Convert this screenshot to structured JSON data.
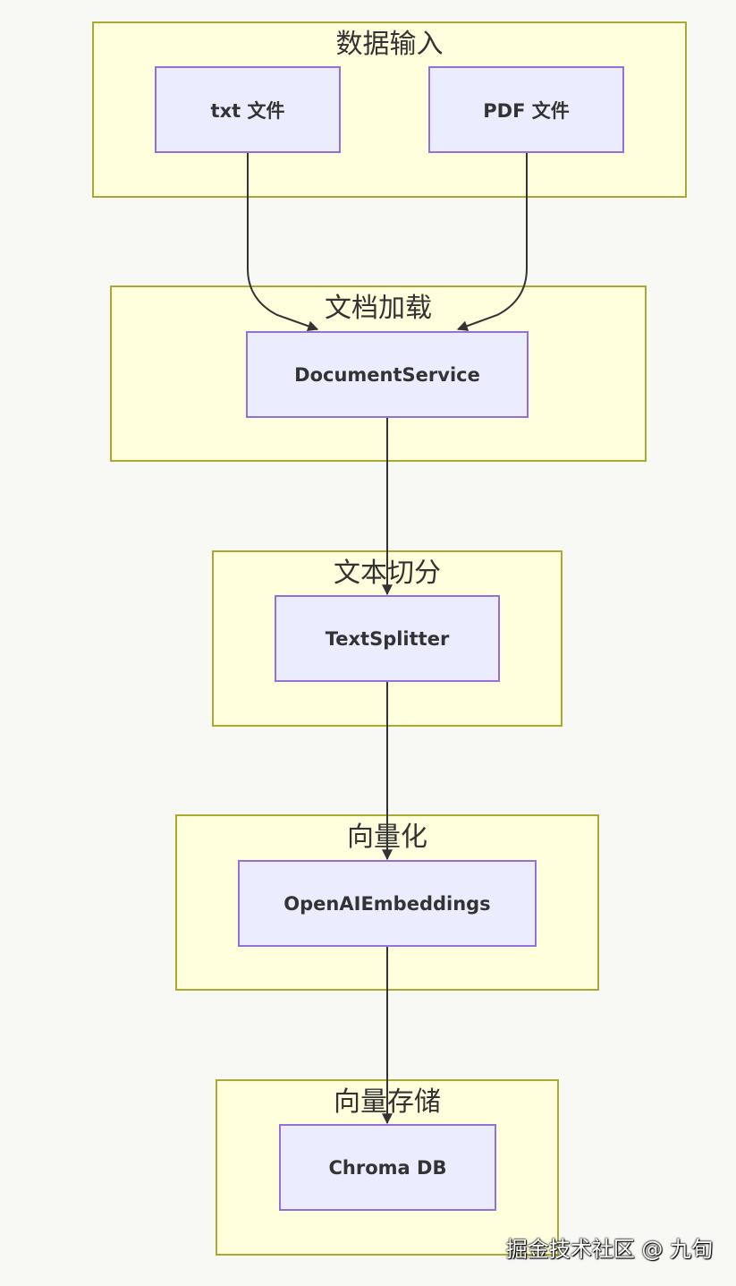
{
  "clusters": {
    "input": {
      "title": "数据输入"
    },
    "loading": {
      "title": "文档加载"
    },
    "splitting": {
      "title": "文本切分"
    },
    "vectorize": {
      "title": "向量化"
    },
    "storage": {
      "title": "向量存储"
    }
  },
  "nodes": {
    "txt_file": "txt 文件",
    "pdf_file": "PDF 文件",
    "document_service": "DocumentService",
    "text_splitter": "TextSplitter",
    "embeddings": "OpenAIEmbeddings",
    "chroma_db": "Chroma DB"
  },
  "edges": [
    {
      "from": "txt_file",
      "to": "document_service"
    },
    {
      "from": "pdf_file",
      "to": "document_service"
    },
    {
      "from": "document_service",
      "to": "text_splitter"
    },
    {
      "from": "text_splitter",
      "to": "embeddings"
    },
    {
      "from": "embeddings",
      "to": "chroma_db"
    }
  ],
  "colors": {
    "cluster_fill": "#ffffde",
    "cluster_border": "#aaaa33",
    "node_fill": "#ececff",
    "node_border": "#9370db",
    "edge": "#333333"
  },
  "watermark": "掘金技术社区 @ 九旬"
}
